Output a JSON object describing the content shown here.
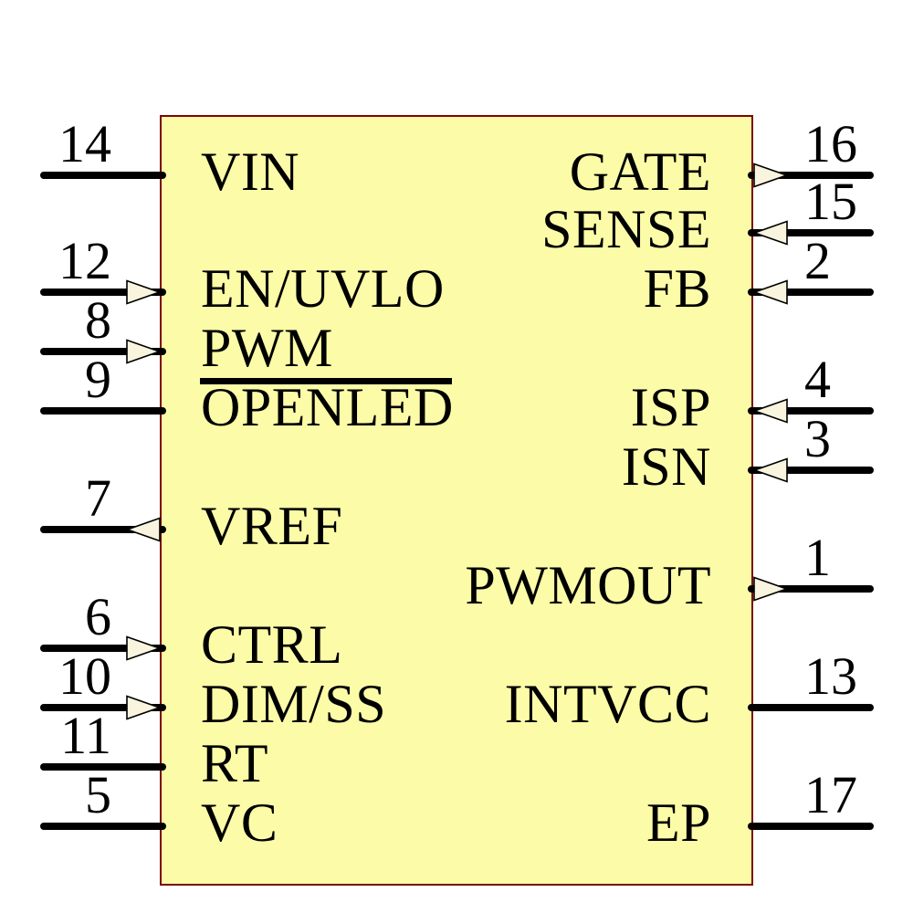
{
  "schematic": {
    "component_kind": "ic-symbol",
    "colors": {
      "body_fill": "#fcfca8",
      "body_border": "#7a0505",
      "wire": "#000000",
      "arrow_fill": "#f8f4de",
      "text": "#000000"
    },
    "left_pins": [
      {
        "number": "14",
        "name": "VIN",
        "row": 0,
        "arrow": "none",
        "overbar": false
      },
      {
        "number": "12",
        "name": "EN/UVLO",
        "row": 2,
        "arrow": "in",
        "overbar": false
      },
      {
        "number": "8",
        "name": "PWM",
        "row": 3,
        "arrow": "in",
        "overbar": false
      },
      {
        "number": "9",
        "name": "OPENLED",
        "row": 4,
        "arrow": "none",
        "overbar": true
      },
      {
        "number": "7",
        "name": "VREF",
        "row": 6,
        "arrow": "out",
        "overbar": false
      },
      {
        "number": "6",
        "name": "CTRL",
        "row": 8,
        "arrow": "in",
        "overbar": false
      },
      {
        "number": "10",
        "name": "DIM/SS",
        "row": 9,
        "arrow": "in",
        "overbar": false
      },
      {
        "number": "11",
        "name": "RT",
        "row": 10,
        "arrow": "none",
        "overbar": false
      },
      {
        "number": "5",
        "name": "VC",
        "row": 11,
        "arrow": "none",
        "overbar": false
      }
    ],
    "right_pins": [
      {
        "number": "16",
        "name": "GATE",
        "row": 0,
        "arrow": "out",
        "overbar": false
      },
      {
        "number": "15",
        "name": "SENSE",
        "row": 1,
        "arrow": "in",
        "overbar": false
      },
      {
        "number": "2",
        "name": "FB",
        "row": 2,
        "arrow": "in",
        "overbar": false
      },
      {
        "number": "4",
        "name": "ISP",
        "row": 4,
        "arrow": "in",
        "overbar": false
      },
      {
        "number": "3",
        "name": "ISN",
        "row": 5,
        "arrow": "in",
        "overbar": false
      },
      {
        "number": "1",
        "name": "PWMOUT",
        "row": 7,
        "arrow": "out",
        "overbar": false
      },
      {
        "number": "13",
        "name": "INTVCC",
        "row": 9,
        "arrow": "none",
        "overbar": false
      },
      {
        "number": "17",
        "name": "EP",
        "row": 11,
        "arrow": "none",
        "overbar": false
      }
    ]
  }
}
